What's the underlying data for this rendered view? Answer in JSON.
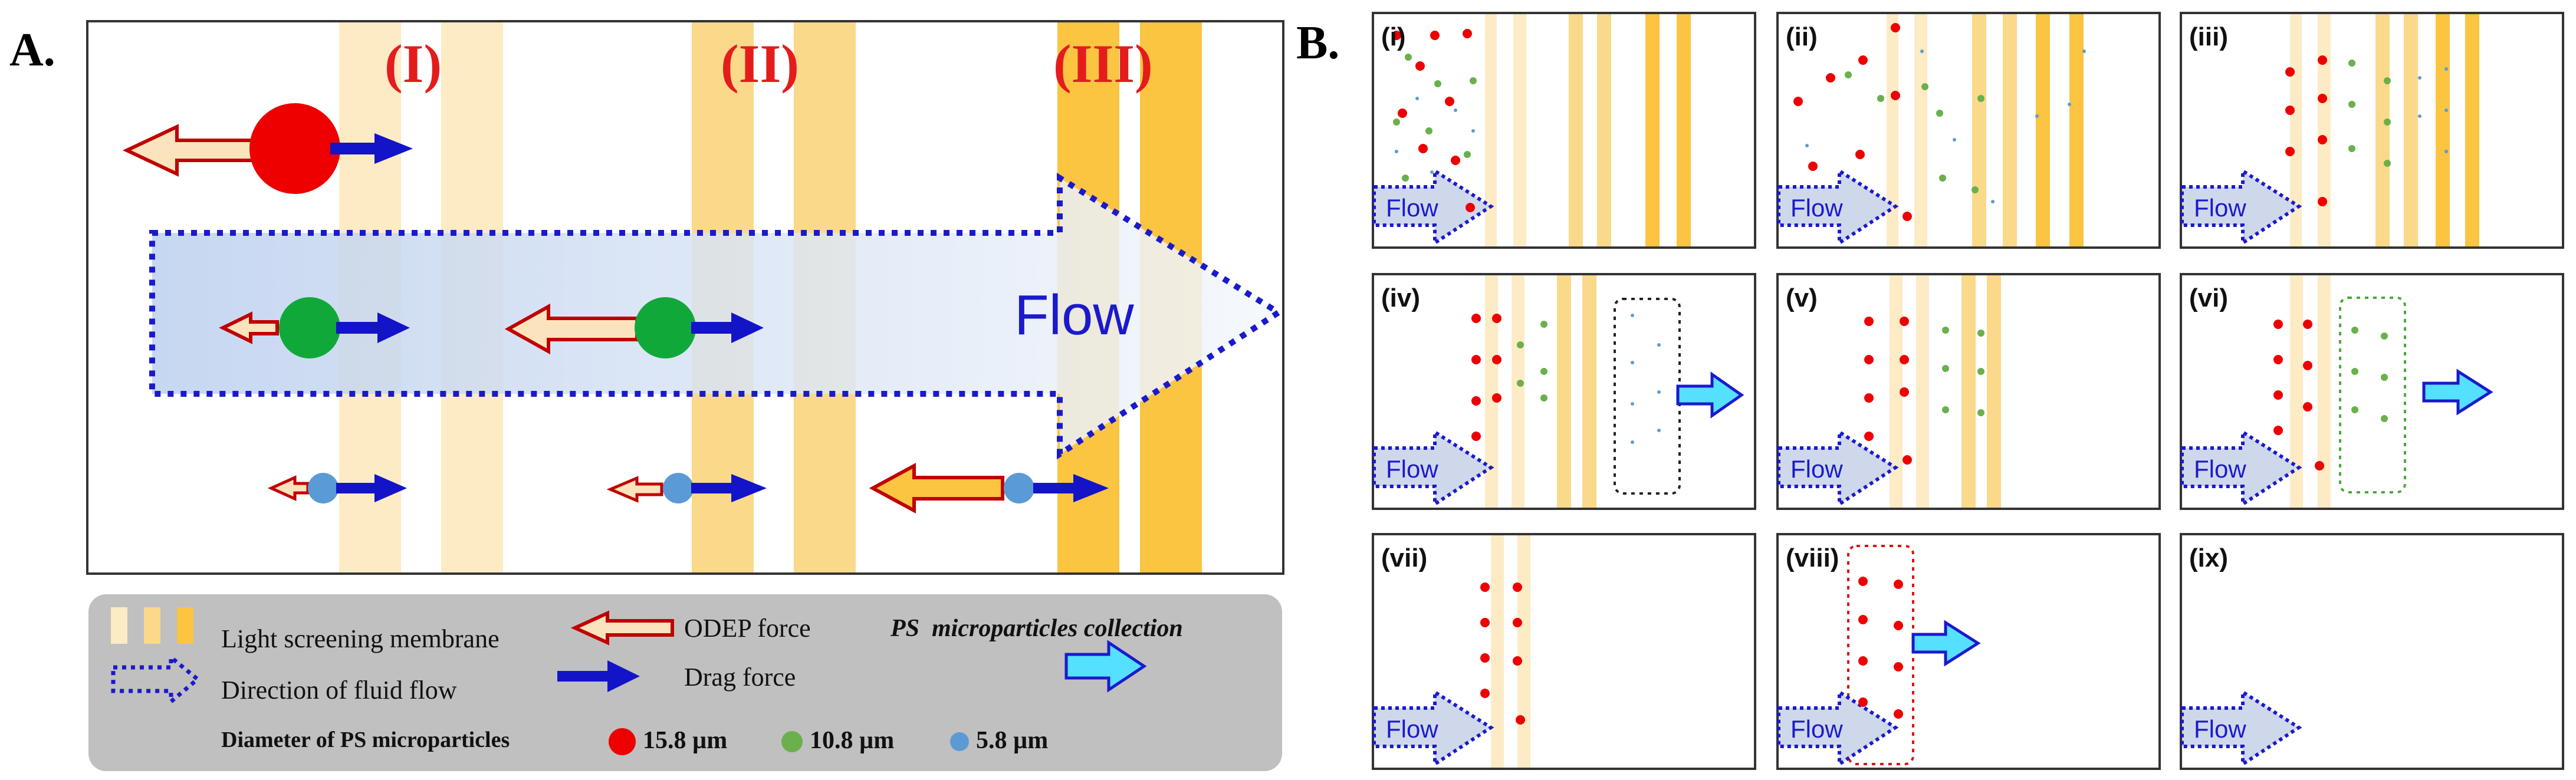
{
  "panel_a": {
    "label": "A.",
    "regions": [
      "(I)",
      "(II)",
      "(III)"
    ],
    "flow_text": "Flow"
  },
  "legend": {
    "membrane": "Light screening membrane",
    "odep": "ODEP force",
    "collection": "PS  microparticles collection",
    "flow_dir": "Direction of fluid flow",
    "drag": "Drag force",
    "diameter": "Diameter of PS microparticles",
    "sizes": [
      "15.8 µm",
      "10.8 µm",
      "5.8 µm"
    ]
  },
  "panel_b": {
    "label": "B.",
    "subpanels": [
      "(i)",
      "(ii)",
      "(iii)",
      "(iv)",
      "(v)",
      "(vi)",
      "(vii)",
      "(viii)",
      "(ix)"
    ],
    "flow_text": "Flow"
  },
  "colors": {
    "red": "#ee0000",
    "green": "#2ea84a",
    "blue": "#5b9bd5",
    "drag": "#1313c8",
    "odep_stroke": "#c00000",
    "odep_fill": "#fbe4bd",
    "band_light": "#fdebc5",
    "band_mid": "#fbd98a",
    "band_dark": "#fbc441",
    "cyan": "#55e0ff"
  }
}
